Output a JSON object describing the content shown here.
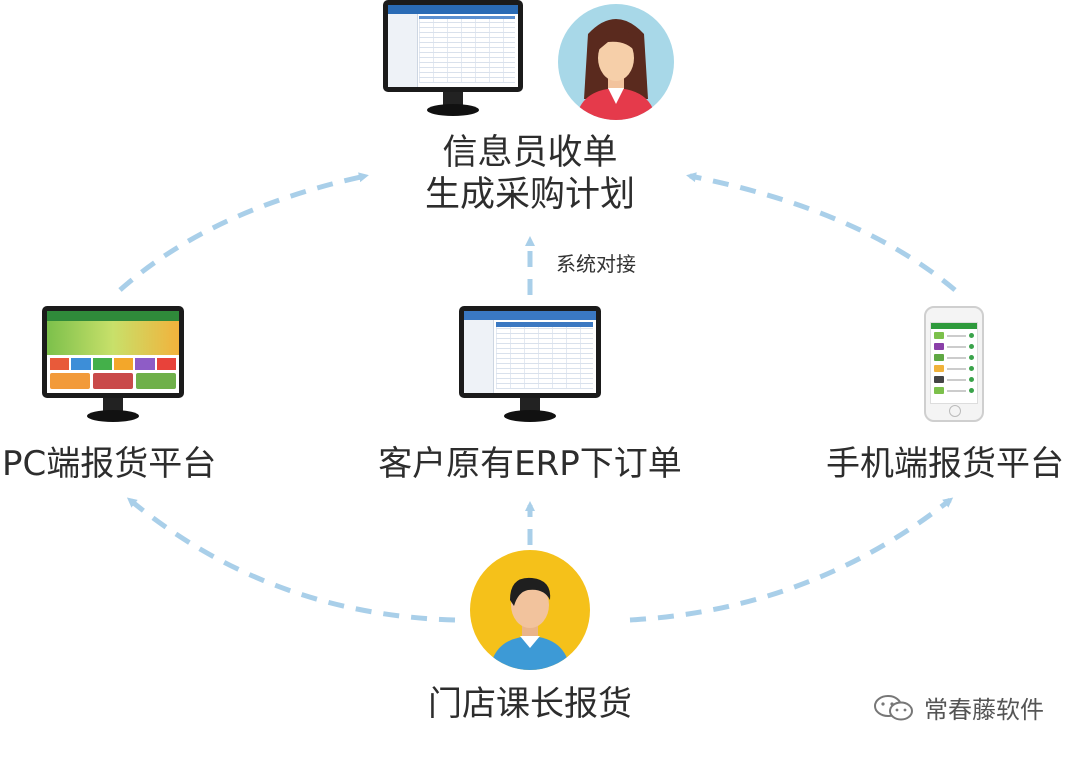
{
  "nodes": {
    "top": {
      "line1": "信息员收单",
      "line2": "生成采购计划"
    },
    "left": {
      "label": "PC端报货平台"
    },
    "center": {
      "label": "客户原有ERP下订单"
    },
    "right": {
      "label": "手机端报货平台"
    },
    "bottom": {
      "label": "门店课长报货"
    }
  },
  "edges": {
    "center_to_top": "系统对接"
  },
  "watermark": {
    "text": "常春藤软件"
  },
  "colors": {
    "arrow": "#a9cfe9",
    "avatar_top_bg": "#a8d8e8",
    "avatar_bottom_bg": "#f5c11a"
  },
  "icons": {
    "top_monitor": "erp-monitor-icon",
    "top_avatar": "female-user-avatar",
    "left_monitor": "pc-shop-monitor-icon",
    "center_monitor": "erp-monitor-icon",
    "right_phone": "mobile-phone-icon",
    "bottom_avatar": "male-user-avatar",
    "watermark": "wechat-icon"
  }
}
